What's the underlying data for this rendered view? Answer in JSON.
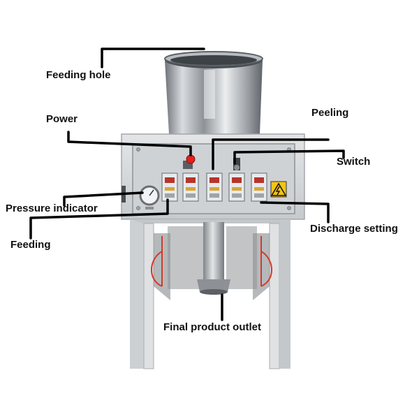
{
  "labels": {
    "feeding_hole": "Feeding hole",
    "power": "Power",
    "peeling": "Peeling",
    "switch": "Switch",
    "pressure_indicator": "Pressure indicator",
    "feeding": "Feeding",
    "discharge_setting": "Discharge setting",
    "final_product_outlet": "Final product outlet"
  },
  "colors": {
    "machine_body": "#d4d6d8",
    "panel": "#c9ccd0",
    "power_button": "#e02020",
    "warning_sign": "#f2c417",
    "wires": "#d43a2a",
    "steel": "#a9adb2"
  }
}
